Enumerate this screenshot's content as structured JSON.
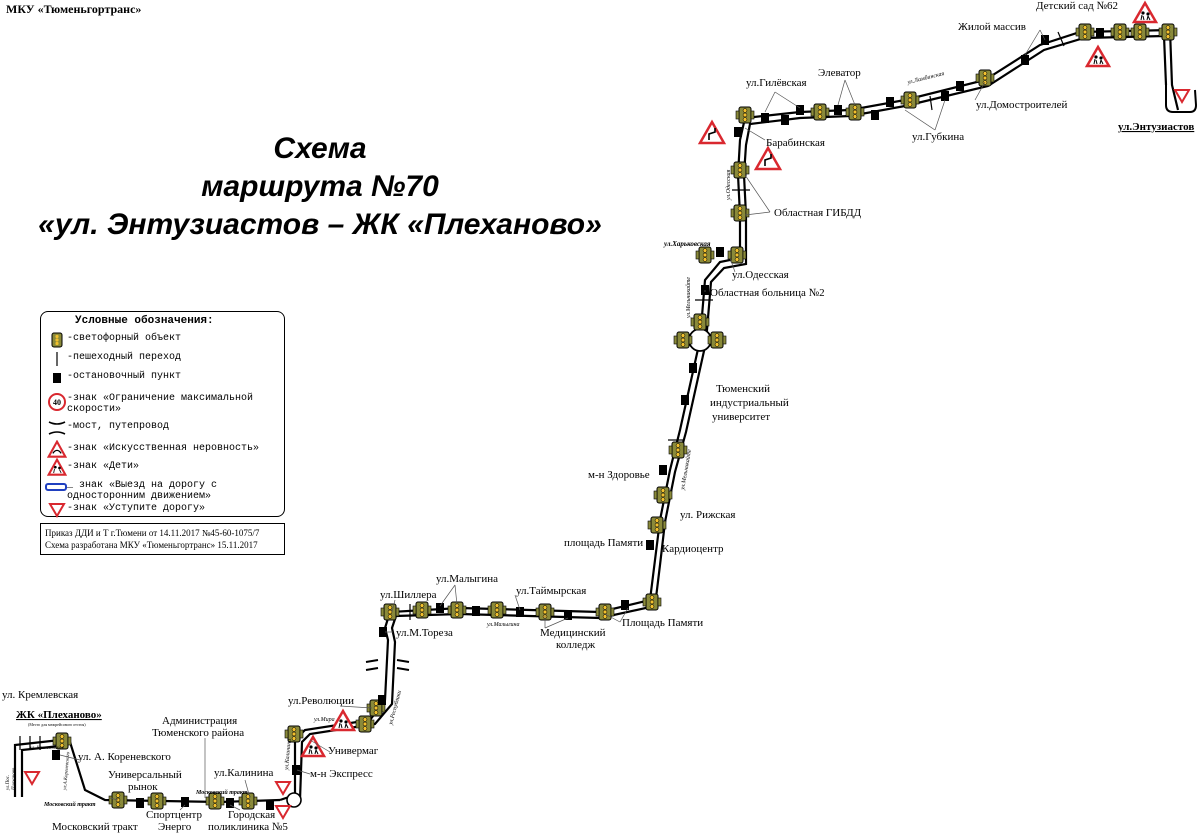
{
  "header": {
    "organization": "МКУ «Тюменьгортранс»"
  },
  "title_lines": [
    "Схема",
    "маршрута №70",
    "«ул. Энтузиастов – ЖК «Плеханово»"
  ],
  "legend": {
    "title": "Условные обозначения:",
    "items": [
      {
        "icon": "traffic-light-icon",
        "text": "-светофорный объект"
      },
      {
        "icon": "pedestrian-crossing-icon",
        "text": "-пешеходный переход"
      },
      {
        "icon": "bus-stop-icon",
        "text": "-остановочный пункт"
      },
      {
        "icon": "speed-limit-sign-icon",
        "sign_value": "40",
        "text": "-знак «Ограничение максимальной скорости»"
      },
      {
        "icon": "bridge-icon",
        "text": "-мост, путепровод"
      },
      {
        "icon": "speed-bump-sign-icon",
        "text": "-знак «Искусственная неровность»"
      },
      {
        "icon": "children-sign-icon",
        "text": "-знак «Дети»"
      },
      {
        "icon": "one-way-exit-sign-icon",
        "text": "_ знак «Выезд на дорогу с односторонним движением»"
      },
      {
        "icon": "yield-sign-icon",
        "text": "-знак «Уступите дорогу»"
      }
    ]
  },
  "order_note": {
    "line1": "Приказ ДДИ и Т г.Тюмени от 14.11.2017 №45-60-1075/7",
    "line2": "Схема разработана МКУ «Тюменьгортранс» 15.11.2017"
  },
  "labels": {
    "entuziastov": "ул.Энтузиастов",
    "detsky_sad": "Детский сад №62",
    "zhiloy_massiv": "Жилой массив",
    "elevator": "Элеватор",
    "gilevskaya": "ул.Гилёвская",
    "domostroiteley": "ул.Домостроителей",
    "gubkina": "ул.Губкина",
    "lambinskaya": "ул.Ламбинская",
    "barabinskaya": "Барабинская",
    "odesskaya_vert": "ул.Одесская",
    "gibdd": "Областная ГИБДД",
    "kharkovskaya": "ул.Харьковская",
    "odesskaya": "ул.Одесская",
    "bolnitsa": "Областная больница №2",
    "melnikaite_1": "ул.Мельникайте",
    "university_1": "Тюменский",
    "university_2": "индустриальный",
    "university_3": "университет",
    "melnikaite_2": "ул.Мельникайте",
    "zdorovye": "м-н Здоровье",
    "rizhskaya": "ул. Рижская",
    "ploshchad_1": "площадь Памяти",
    "kardiotsentr": "Кардиоцентр",
    "ploshchad_2": "Площадь Памяти",
    "medcollege_1": "Медицинский",
    "medcollege_2": "колледж",
    "taymyrskaya": "ул.Таймырская",
    "malygina_stop": "ул.Малыгина",
    "malygina_street": "ул.Малыгина",
    "shillera": "ул.Шиллера",
    "toreza": "ул.М.Тореза",
    "revolyutsii": "ул.Революции",
    "respubliki": "ул.Республики",
    "mira": "ул.Мира",
    "univermag": "Универмаг",
    "ekspress": "м-н Экспресс",
    "kalinina_vert": "ул.Калинина",
    "kalinina": "ул.Калинина",
    "moskovsky_trakt_road1": "Московский тракт",
    "moskovsky_trakt_road2": "Московский тракт",
    "poliklinika_1": "Городская",
    "poliklinika_2": "поликлиника №5",
    "administratsiya_1": "Администрация",
    "administratsiya_2": "Тюменского района",
    "sportcenter_1": "Спортцентр",
    "sportcenter_2": "Энерго",
    "rynok_1": "Универсальный",
    "rynok_2": "рынок",
    "moskovsky_trakt_stop": "Московский тракт",
    "korenevskogo": "ул. А. Кореневского",
    "korenevskogo_vert": "ул.А.Кореневского",
    "kremlevskaya": "ул. Кремлевская",
    "kremlevskaya_small": "ул. Кремлевская",
    "plekhanovo": "ЖК «Плеханово»",
    "plekhanovo_note": "(Место для межрейсового отстоя)",
    "bolshevikov_1": "ул.Пос.",
    "bolshevikov_2": "Плеханово"
  },
  "colors": {
    "route": "#000000",
    "sign_red": "#d9282f",
    "signal_fill": "#8a8a3a",
    "signal_yellow": "#f2c12e",
    "exit_blue": "#2040c0"
  }
}
